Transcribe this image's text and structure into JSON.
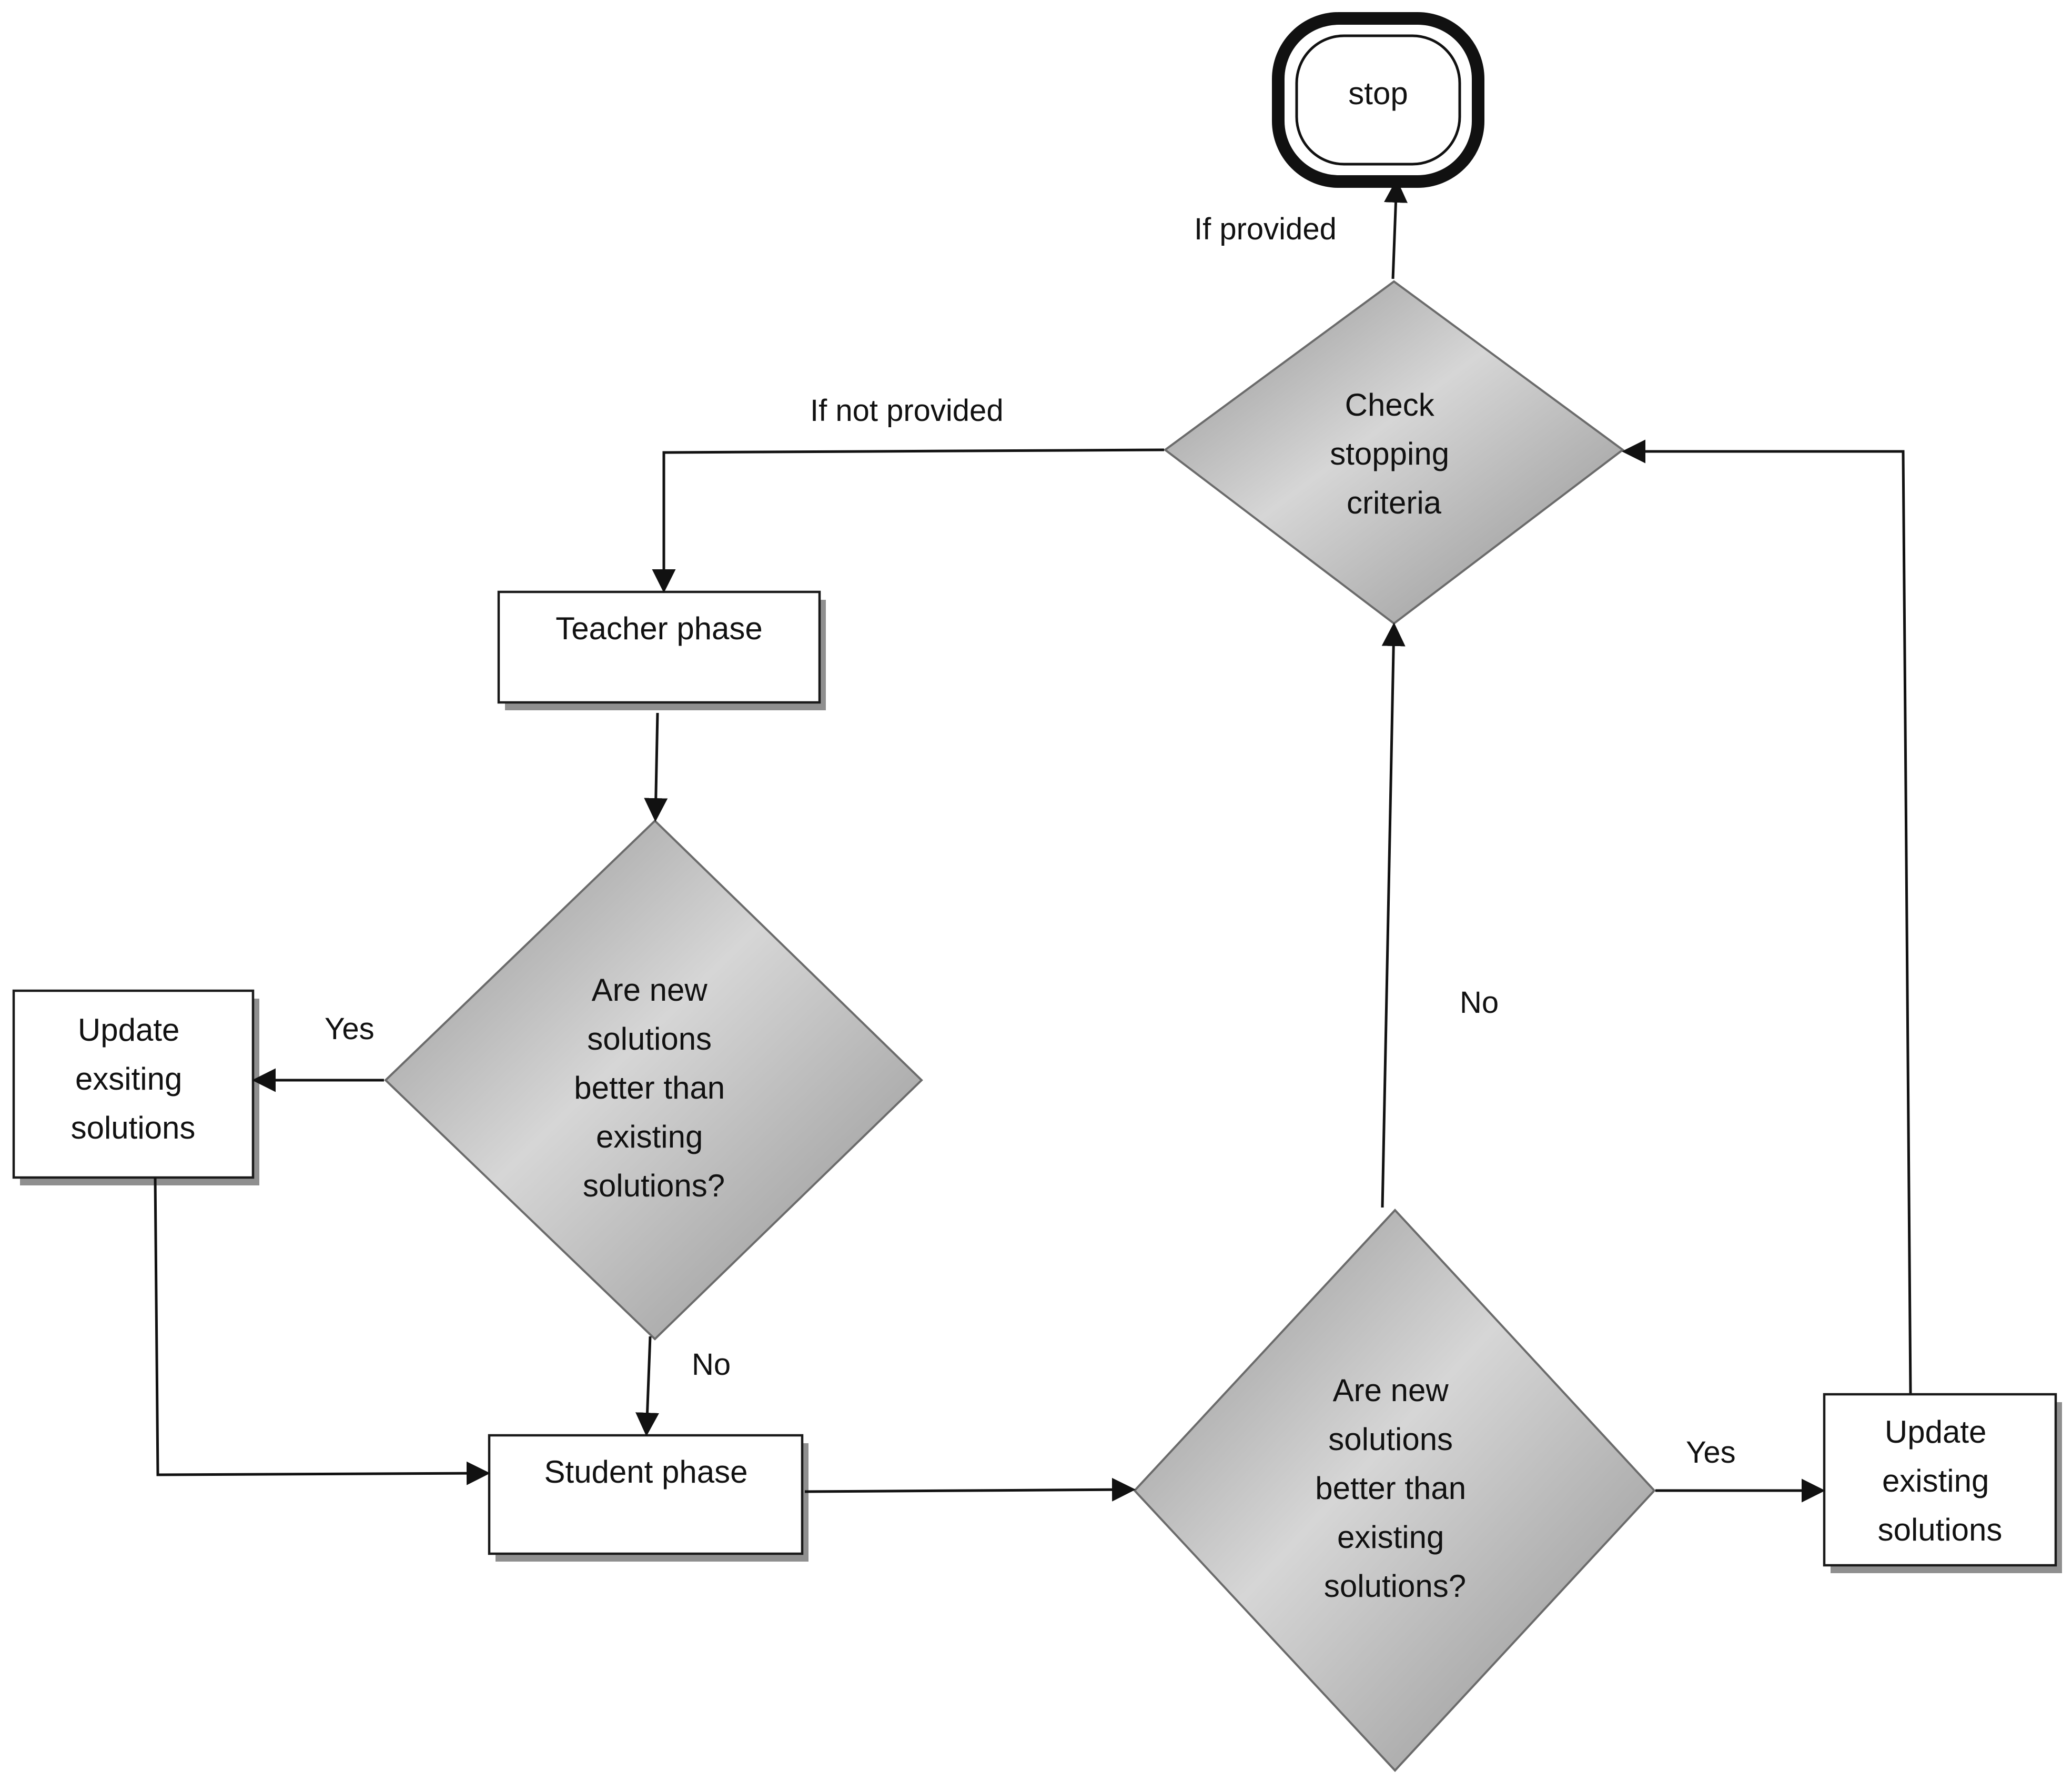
{
  "nodes": {
    "stop": {
      "label": "stop"
    },
    "check_stopping_criteria": {
      "label_lines": [
        "Check",
        "stopping",
        "criteria"
      ]
    },
    "teacher_phase": {
      "label": "Teacher phase"
    },
    "decision_teacher": {
      "label_lines": [
        "Are new",
        "solutions",
        "better than",
        "existing",
        "solutions?"
      ]
    },
    "update_left": {
      "label_lines": [
        "Update",
        "exsiting",
        "solutions"
      ]
    },
    "student_phase": {
      "label": "Student phase"
    },
    "decision_student": {
      "label_lines": [
        "Are new",
        "solutions",
        "better than",
        "existing",
        "solutions?"
      ]
    },
    "update_right": {
      "label_lines": [
        "Update",
        "existing",
        "solutions"
      ]
    }
  },
  "edges": {
    "if_provided": "If provided",
    "if_not_provided": "If not provided",
    "teacher_yes": "Yes",
    "teacher_no": "No",
    "student_yes": "Yes",
    "student_no": "No"
  },
  "colors": {
    "diamond_light": "#d6d6d6",
    "diamond_dark": "#8e8e8e",
    "line": "#111111",
    "shadow": "#8f8f8f"
  }
}
